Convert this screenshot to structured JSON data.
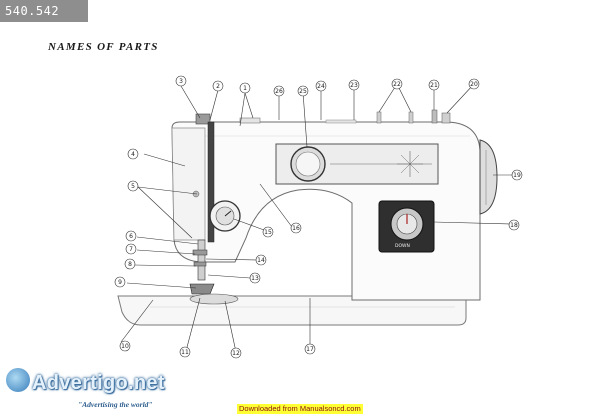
{
  "header": {
    "model_tag": "540.542"
  },
  "document": {
    "title": "NAMES OF PARTS"
  },
  "diagram": {
    "callouts": [
      {
        "id": "c1",
        "label": "1"
      },
      {
        "id": "c2",
        "label": "2"
      },
      {
        "id": "c3",
        "label": "3"
      },
      {
        "id": "c4",
        "label": "4"
      },
      {
        "id": "c5",
        "label": "5"
      },
      {
        "id": "c6",
        "label": "6"
      },
      {
        "id": "c7",
        "label": "7"
      },
      {
        "id": "c8",
        "label": "8"
      },
      {
        "id": "c9",
        "label": "9"
      },
      {
        "id": "c10",
        "label": "10"
      },
      {
        "id": "c11",
        "label": "11"
      },
      {
        "id": "c12",
        "label": "12"
      },
      {
        "id": "c13",
        "label": "13"
      },
      {
        "id": "c14",
        "label": "14"
      },
      {
        "id": "c15",
        "label": "15"
      },
      {
        "id": "c16",
        "label": "16"
      },
      {
        "id": "c17",
        "label": "17"
      },
      {
        "id": "c18",
        "label": "18"
      },
      {
        "id": "c19",
        "label": "19"
      },
      {
        "id": "c20",
        "label": "20"
      },
      {
        "id": "c21",
        "label": "21"
      },
      {
        "id": "c22",
        "label": "22"
      },
      {
        "id": "c23",
        "label": "23"
      },
      {
        "id": "c24",
        "label": "24"
      },
      {
        "id": "c25",
        "label": "25"
      },
      {
        "id": "c26",
        "label": "26"
      }
    ],
    "dial_label": "DOWN"
  },
  "watermark": {
    "brand": "Advertigo.net",
    "tagline": "\"Advertising the world\""
  },
  "footer": {
    "download_note": "Downloaded from Manualsoncd.com"
  }
}
